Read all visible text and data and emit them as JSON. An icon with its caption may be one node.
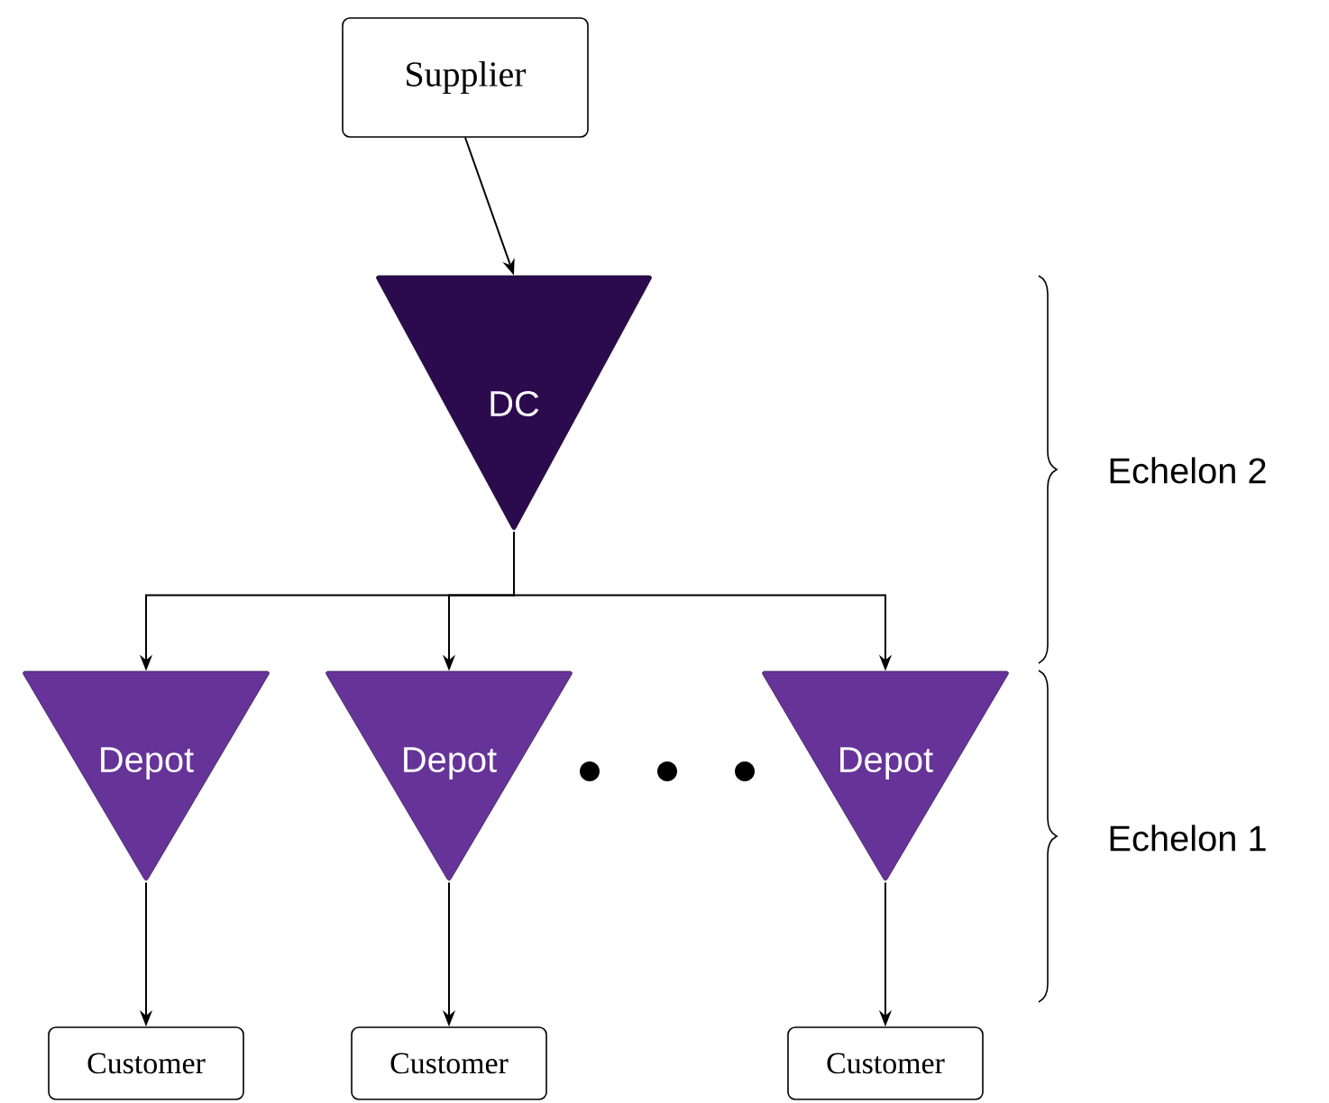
{
  "diagram": {
    "nodes": [
      {
        "text": [
          "Supplier"
        ]
      },
      {
        "text": [
          "DC"
        ]
      },
      {
        "text": [
          "Depot"
        ]
      },
      {
        "text": [
          "Depot"
        ]
      },
      {
        "text": [
          "Depot"
        ]
      },
      {
        "text": [
          "Customer"
        ]
      },
      {
        "text": [
          "Customer"
        ]
      },
      {
        "text": [
          "Customer"
        ]
      }
    ],
    "edges": [
      {
        "from": 0,
        "to": 1,
        "arrow": "to"
      },
      {
        "from": 1,
        "to": 2,
        "arrow": "to"
      },
      {
        "from": 1,
        "to": 3,
        "arrow": "to"
      },
      {
        "from": 1,
        "to": 4,
        "arrow": "to"
      },
      {
        "from": 2,
        "to": 5,
        "arrow": "to"
      },
      {
        "from": 3,
        "to": 6,
        "arrow": "to"
      },
      {
        "from": 4,
        "to": 7,
        "arrow": "to"
      }
    ],
    "labels": [
      "Echelon 2",
      "Echelon 1"
    ]
  }
}
